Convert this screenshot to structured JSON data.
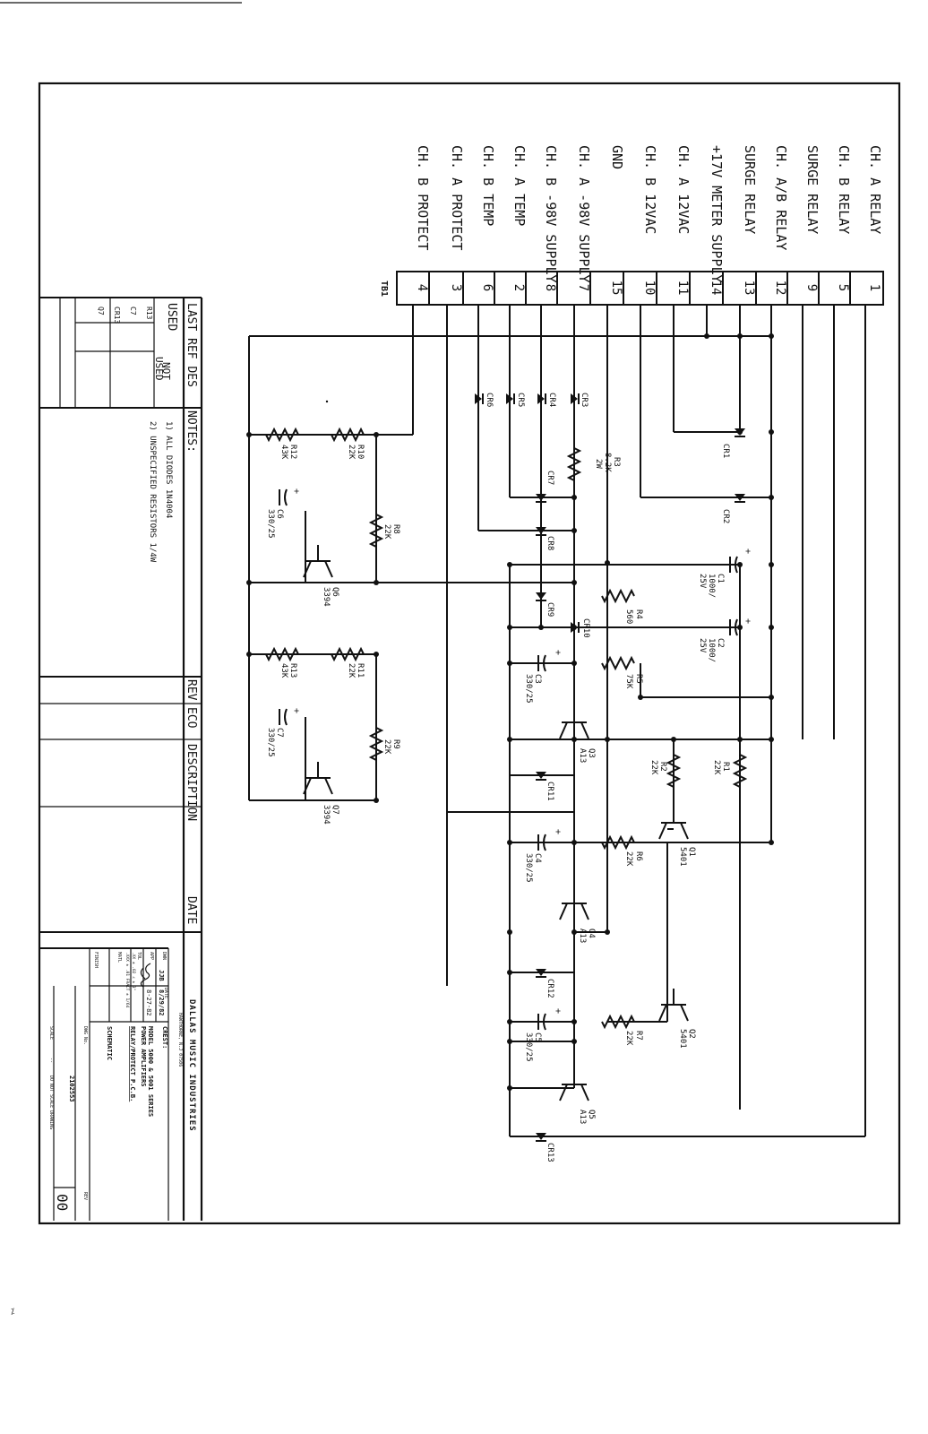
{
  "terminal_block": {
    "label": "TB1",
    "rows": [
      {
        "name": "CH. A RELAY",
        "pin": "1"
      },
      {
        "name": "CH. B RELAY",
        "pin": "5"
      },
      {
        "name": "SURGE RELAY",
        "pin": "9"
      },
      {
        "name": "CH. A/B RELAY",
        "pin": "12"
      },
      {
        "name": "SURGE RELAY",
        "pin": "13"
      },
      {
        "name": "+17V METER SUPPLY",
        "pin": "14"
      },
      {
        "name": "CH. A 12VAC",
        "pin": "11"
      },
      {
        "name": "CH. B 12VAC",
        "pin": "10"
      },
      {
        "name": "GND",
        "pin": "15"
      },
      {
        "name": "CH. A -98V SUPPLY",
        "pin": "7"
      },
      {
        "name": "CH. B -98V SUPPLY",
        "pin": "8"
      },
      {
        "name": "CH. A TEMP",
        "pin": "2"
      },
      {
        "name": "CH. B TEMP",
        "pin": "6"
      },
      {
        "name": "CH. A PROTECT",
        "pin": "3"
      },
      {
        "name": "CH. B PROTECT",
        "pin": "4"
      }
    ]
  },
  "components": {
    "cr1": "CR1",
    "cr2": "CR2",
    "cr3": "CR3",
    "cr4": "CR4",
    "cr5": "CR5",
    "cr6": "CR6",
    "cr7": "CR7",
    "cr8": "CR8",
    "cr9": "CR9",
    "cr10": "CR10",
    "cr11": "CR11",
    "cr12": "CR12",
    "cr13": "CR13",
    "r1": [
      "R1",
      "22K"
    ],
    "r2": [
      "R2",
      "22K"
    ],
    "r3": [
      "R3",
      "8.2K",
      "2W"
    ],
    "r4": [
      "R4",
      "560"
    ],
    "r5": [
      "R5",
      "75K"
    ],
    "r6": [
      "R6",
      "22K"
    ],
    "r7": [
      "R7",
      "22K"
    ],
    "r8": [
      "R8",
      "22K"
    ],
    "r9": [
      "R9",
      "22K"
    ],
    "r10": [
      "R10",
      "22K"
    ],
    "r11": [
      "R11",
      "22K"
    ],
    "r12": [
      "R12",
      "43K"
    ],
    "r13": [
      "R13",
      "43K"
    ],
    "c1": [
      "C1",
      "1000/",
      "25V"
    ],
    "c2": [
      "C2",
      "1000/",
      "25V"
    ],
    "c3": [
      "C3",
      "330/25"
    ],
    "c4": [
      "C4",
      "330/25"
    ],
    "c5": [
      "C5",
      "330/25"
    ],
    "c6": [
      "C6",
      "330/25"
    ],
    "c7": [
      "C7",
      "330/25"
    ],
    "q1": [
      "Q1",
      "5401"
    ],
    "q2": [
      "Q2",
      "5401"
    ],
    "q3": [
      "Q3",
      "A13"
    ],
    "q4": [
      "Q4",
      "A13"
    ],
    "q5": [
      "Q5",
      "A13"
    ],
    "q6": [
      "Q6",
      "3394"
    ],
    "q7": [
      "Q7",
      "3394"
    ],
    "plus": "+"
  },
  "ref_table": {
    "header": "LAST REF DES",
    "col_used": "USED",
    "col_not_used_1": "NOT",
    "col_not_used_2": "USED",
    "used": [
      "R13",
      "C7",
      "CR13",
      "Q7"
    ]
  },
  "notes": {
    "header": "NOTES:",
    "items": [
      "1) ALL DIODES 1N4004",
      "2) UNSPECIFIED RESISTORS 1/4W"
    ]
  },
  "revision": {
    "rev": "REV",
    "eco": "ECO",
    "description": "DESCRIPTION",
    "date": "DATE"
  },
  "title_block": {
    "company": "DALLAS MUSIC INDUSTRIES",
    "location": "HAWTHORNE, N.J 07506",
    "drn_label": "DWN",
    "drn": "JJB",
    "date_label": "DATE",
    "date": "8/29/82",
    "app_label": "APP",
    "app_date": "8-27-82",
    "tol_label": "TOL",
    "tol_1": ".XX ± .02    ∠ ± 1°",
    "tol_2": ".XXX ± .01   FRACT ± 1/64",
    "matl_label": "MATL",
    "finish_label": "FINISH",
    "title_label": "CREST:",
    "title_1": "MODEL 5000 & 5001 SERIES",
    "title_2": "POWER AMPLIFIERS",
    "title_3": "RELAY/PROTECT P.C.B.",
    "type": "SCHEMATIC",
    "dwg_label": "DWG No.",
    "dwg_no": "2102553",
    "rev_label": "REV",
    "rev": "00",
    "scale_label": "SCALE",
    "scale": "--",
    "no_scale": "DO NOT SCALE DRAWING"
  }
}
